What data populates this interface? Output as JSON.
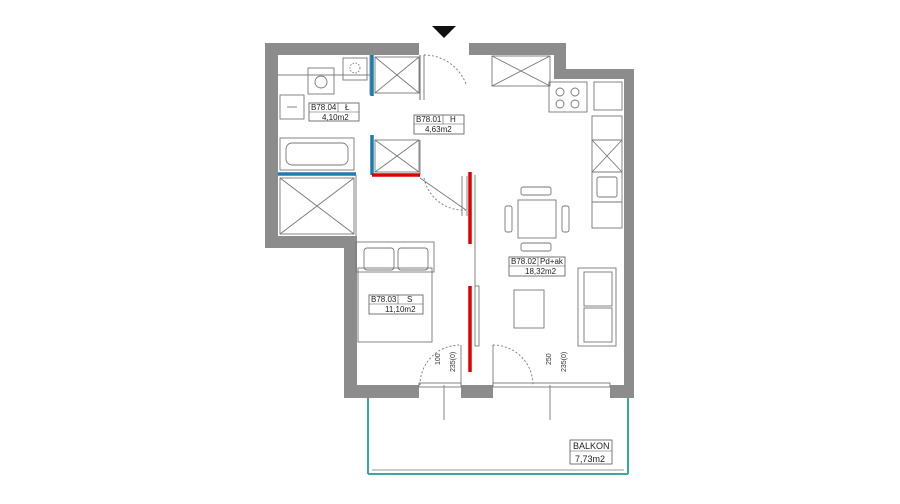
{
  "plan": {
    "entrance_marker": "entrance-arrow",
    "colors": {
      "wall": "#8c8c8c",
      "new_wall": "#e00000",
      "installation_wall": "#1e7bb0",
      "balcony_rail": "#3aa89a",
      "fixture_stroke": "#777777"
    },
    "rooms": [
      {
        "code": "B78.04",
        "type": "Ł",
        "area": "4,10m2"
      },
      {
        "code": "B78.01",
        "type": "H",
        "area": "4,63m2"
      },
      {
        "code": "B78.02",
        "type": "Pd+ak",
        "area": "18,32m2"
      },
      {
        "code": "B78.03",
        "type": "S",
        "area": "11,10m2"
      }
    ],
    "balcony": {
      "name": "BALKON",
      "area": "7,73m2"
    },
    "dimensions": {
      "left_window_sill": "100",
      "left_window_height": "235(0)",
      "right_window_sill": "250",
      "right_window_height": "235(0)"
    }
  }
}
